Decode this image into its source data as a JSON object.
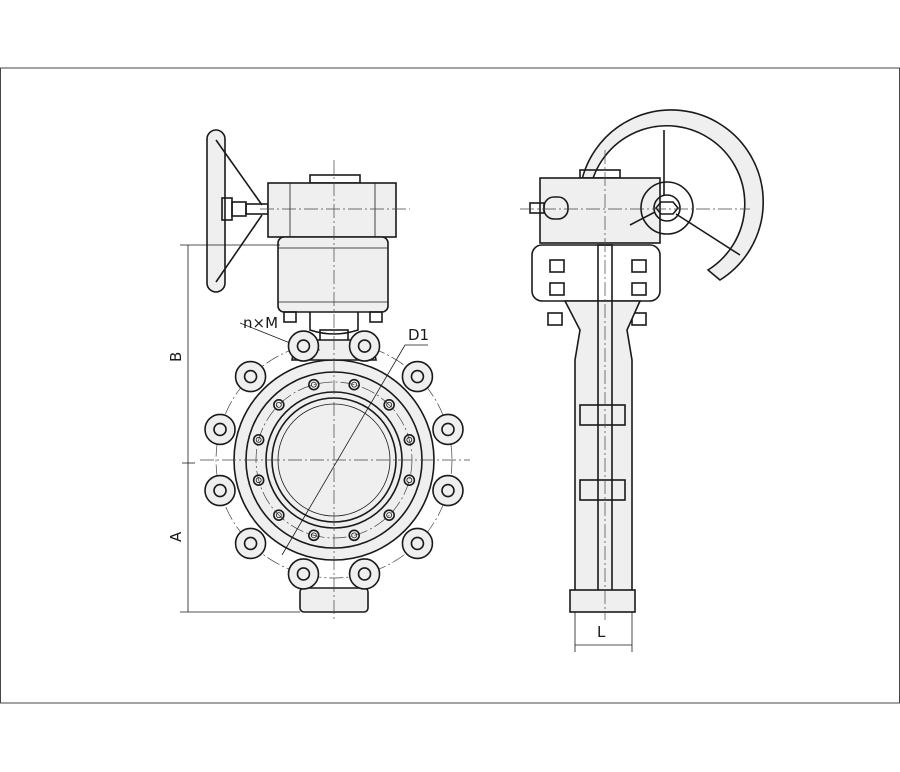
{
  "drawing": {
    "labels": {
      "bolts": "n×M",
      "bolt_circle": "D1",
      "height_top": "B",
      "height_bottom": "A",
      "length": "L"
    },
    "front_view_bolt_count": 12,
    "lug_bolt_count": 12
  }
}
